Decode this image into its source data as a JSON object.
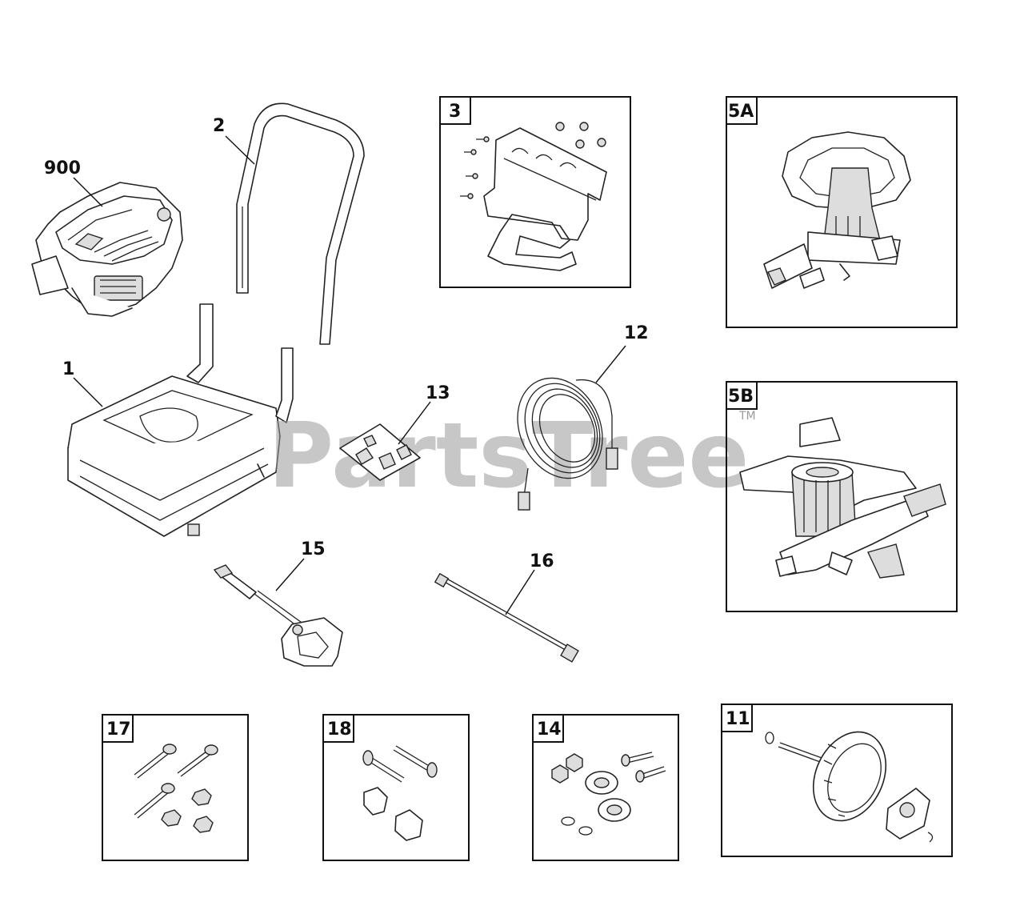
{
  "diagram": {
    "callouts": {
      "engine": "900",
      "handle": "2",
      "frame": "1",
      "bracket_kit": "3",
      "pump_a": "5A",
      "pump_b": "5B",
      "hose": "12",
      "nozzle_kit": "13",
      "spray_gun": "15",
      "wand": "16",
      "hardware_17": "17",
      "hardware_18": "18",
      "hardware_14": "14",
      "wheel_kit": "11"
    },
    "watermark": {
      "text": "PartsTree",
      "trademark": "TM"
    }
  }
}
